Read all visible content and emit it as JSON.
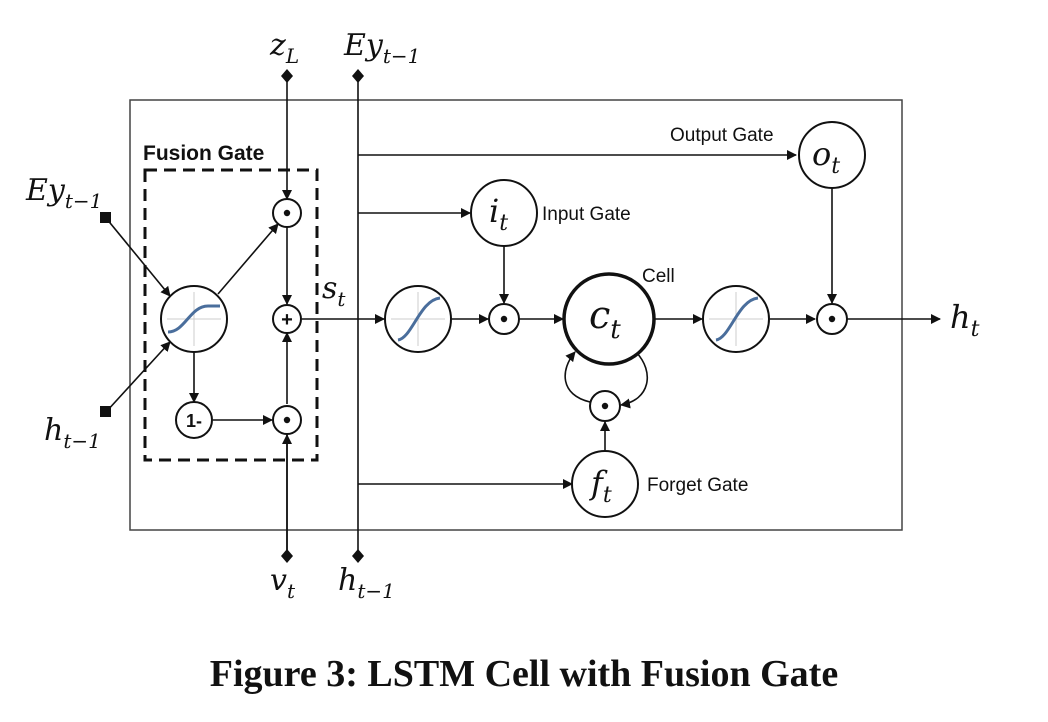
{
  "labels": {
    "fusion_gate": "Fusion Gate",
    "output_gate": "Output Gate",
    "input_gate": "Input Gate",
    "cell": "Cell",
    "forget_gate": "Forget Gate",
    "one_minus": "1-",
    "dot": "⊙",
    "plus": "+"
  },
  "symbols": {
    "zL": {
      "base": "z",
      "sub": "L"
    },
    "ey_top": {
      "base": "Ey",
      "sub": "t−1"
    },
    "ey_left": {
      "base": "Ey",
      "sub": "t−1"
    },
    "h_left": {
      "base": "h",
      "sub": "t−1"
    },
    "v": {
      "base": "v",
      "sub": "t"
    },
    "h_bottom": {
      "base": "h",
      "sub": "t−1"
    },
    "s": {
      "base": "s",
      "sub": "t"
    },
    "h_out": {
      "base": "h",
      "sub": "t"
    },
    "o": {
      "base": "o",
      "sub": "t"
    },
    "i": {
      "base": "i",
      "sub": "t"
    },
    "c": {
      "base": "c",
      "sub": "t"
    },
    "f": {
      "base": "f",
      "sub": "t"
    }
  },
  "caption": "Figure 3: LSTM Cell with Fusion Gate",
  "colors": {
    "sigmoid_curve": "#4a6e9c",
    "line": "#111111"
  }
}
